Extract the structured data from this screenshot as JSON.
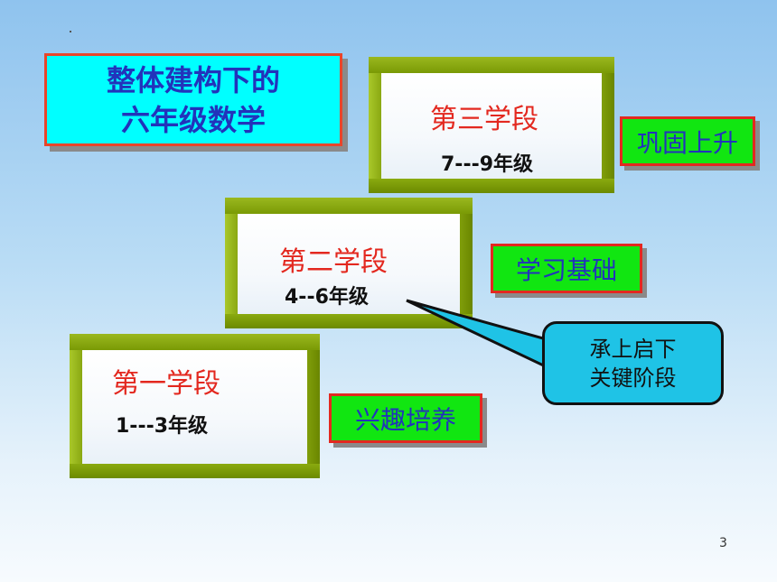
{
  "title": {
    "line1": "整体建构下的",
    "line2": "六年级数学"
  },
  "stages": [
    {
      "name": "第三学段",
      "grades": "7---9年级",
      "tag": "巩固上升"
    },
    {
      "name": "第二学段",
      "grades": "4--6年级",
      "tag": "学习基础"
    },
    {
      "name": "第一学段",
      "grades": "1---3年级",
      "tag": "兴趣培养"
    }
  ],
  "callout": {
    "line1": "承上启下",
    "line2": "关键阶段"
  },
  "page_number": "3",
  "colors": {
    "title_bg": "#00ffff",
    "title_text": "#2233bb",
    "stage_name": "#e3281f",
    "tag_bg": "#11e611",
    "tag_border": "#e3281f",
    "step_frame": "#7a9a05",
    "callout_bg": "#1fc3e6"
  }
}
